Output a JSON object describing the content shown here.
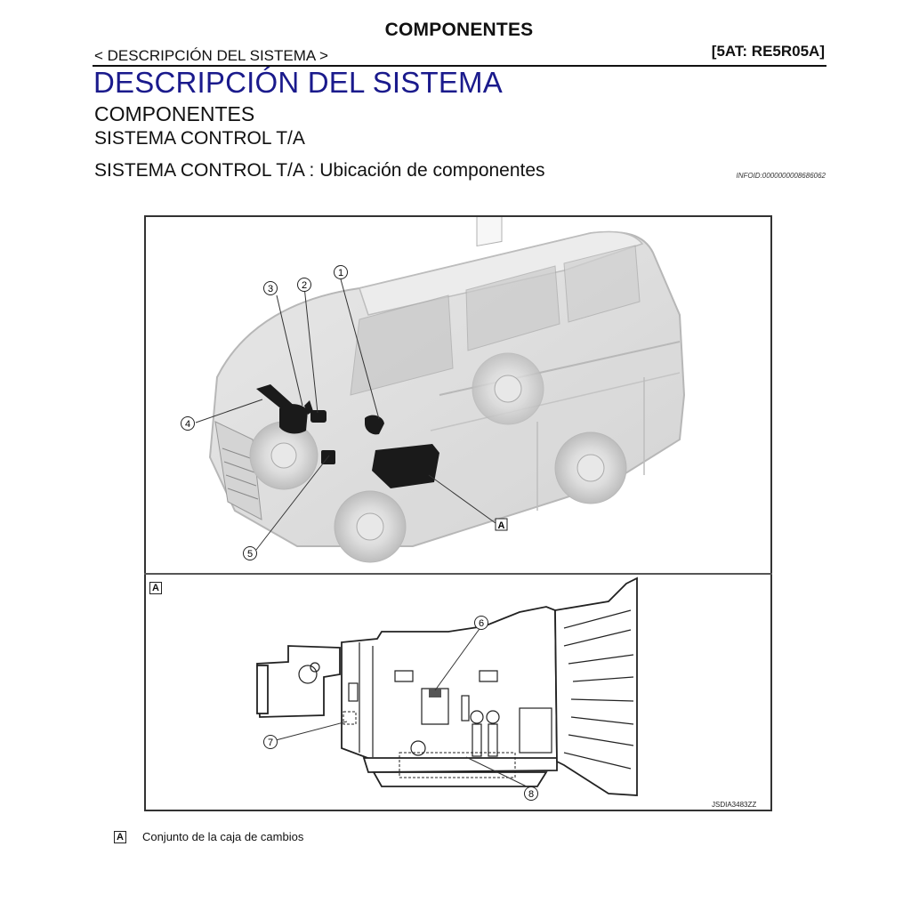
{
  "header": {
    "page_title": "COMPONENTES",
    "breadcrumb": "< DESCRIPCIÓN DEL SISTEMA >",
    "model_code": "[5AT: RE5R05A]"
  },
  "section": {
    "title": "DESCRIPCIÓN DEL SISTEMA",
    "subtitle_1": "COMPONENTES",
    "subtitle_2": "SISTEMA CONTROL T/A",
    "subtitle_3": "SISTEMA CONTROL T/A : Ubicación de componentes",
    "info_id": "INFOID:0000000008686062",
    "title_color": "#1a1a8c"
  },
  "figure": {
    "id": "JSDIA3483ZZ",
    "upper_panel": {
      "subject": "van-transparent-view",
      "callouts": [
        "1",
        "2",
        "3",
        "4",
        "5"
      ],
      "ref_label": "A"
    },
    "lower_panel": {
      "panel_label": "A",
      "subject": "transmission-assembly",
      "callouts": [
        "6",
        "7",
        "8"
      ]
    }
  },
  "legend": {
    "items": [
      {
        "key": "A",
        "label": "Conjunto de la caja de cambios"
      }
    ]
  }
}
